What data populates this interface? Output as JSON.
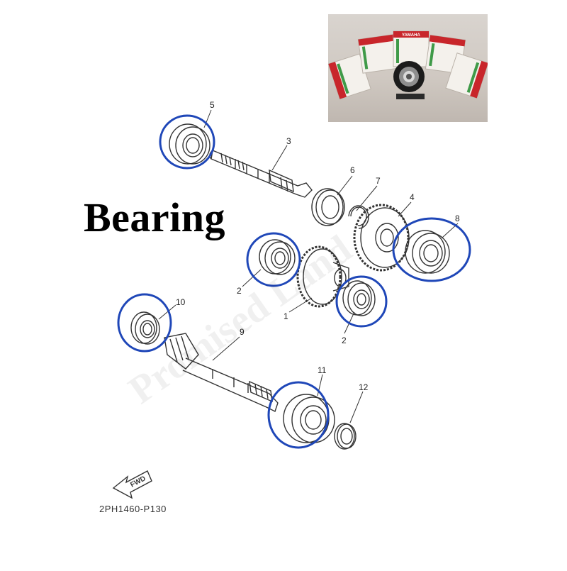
{
  "headline": "Bearing",
  "diagram_code": "2PH1460-P130",
  "watermark": "Promised Land",
  "fwd_label": "FWD",
  "accent_color": "#1f47b8",
  "callouts": [
    "5",
    "3",
    "6",
    "7",
    "4",
    "8",
    "2",
    "1",
    "2",
    "10",
    "9",
    "11",
    "12"
  ],
  "photo": {
    "box_brand": "YAMAHA"
  }
}
